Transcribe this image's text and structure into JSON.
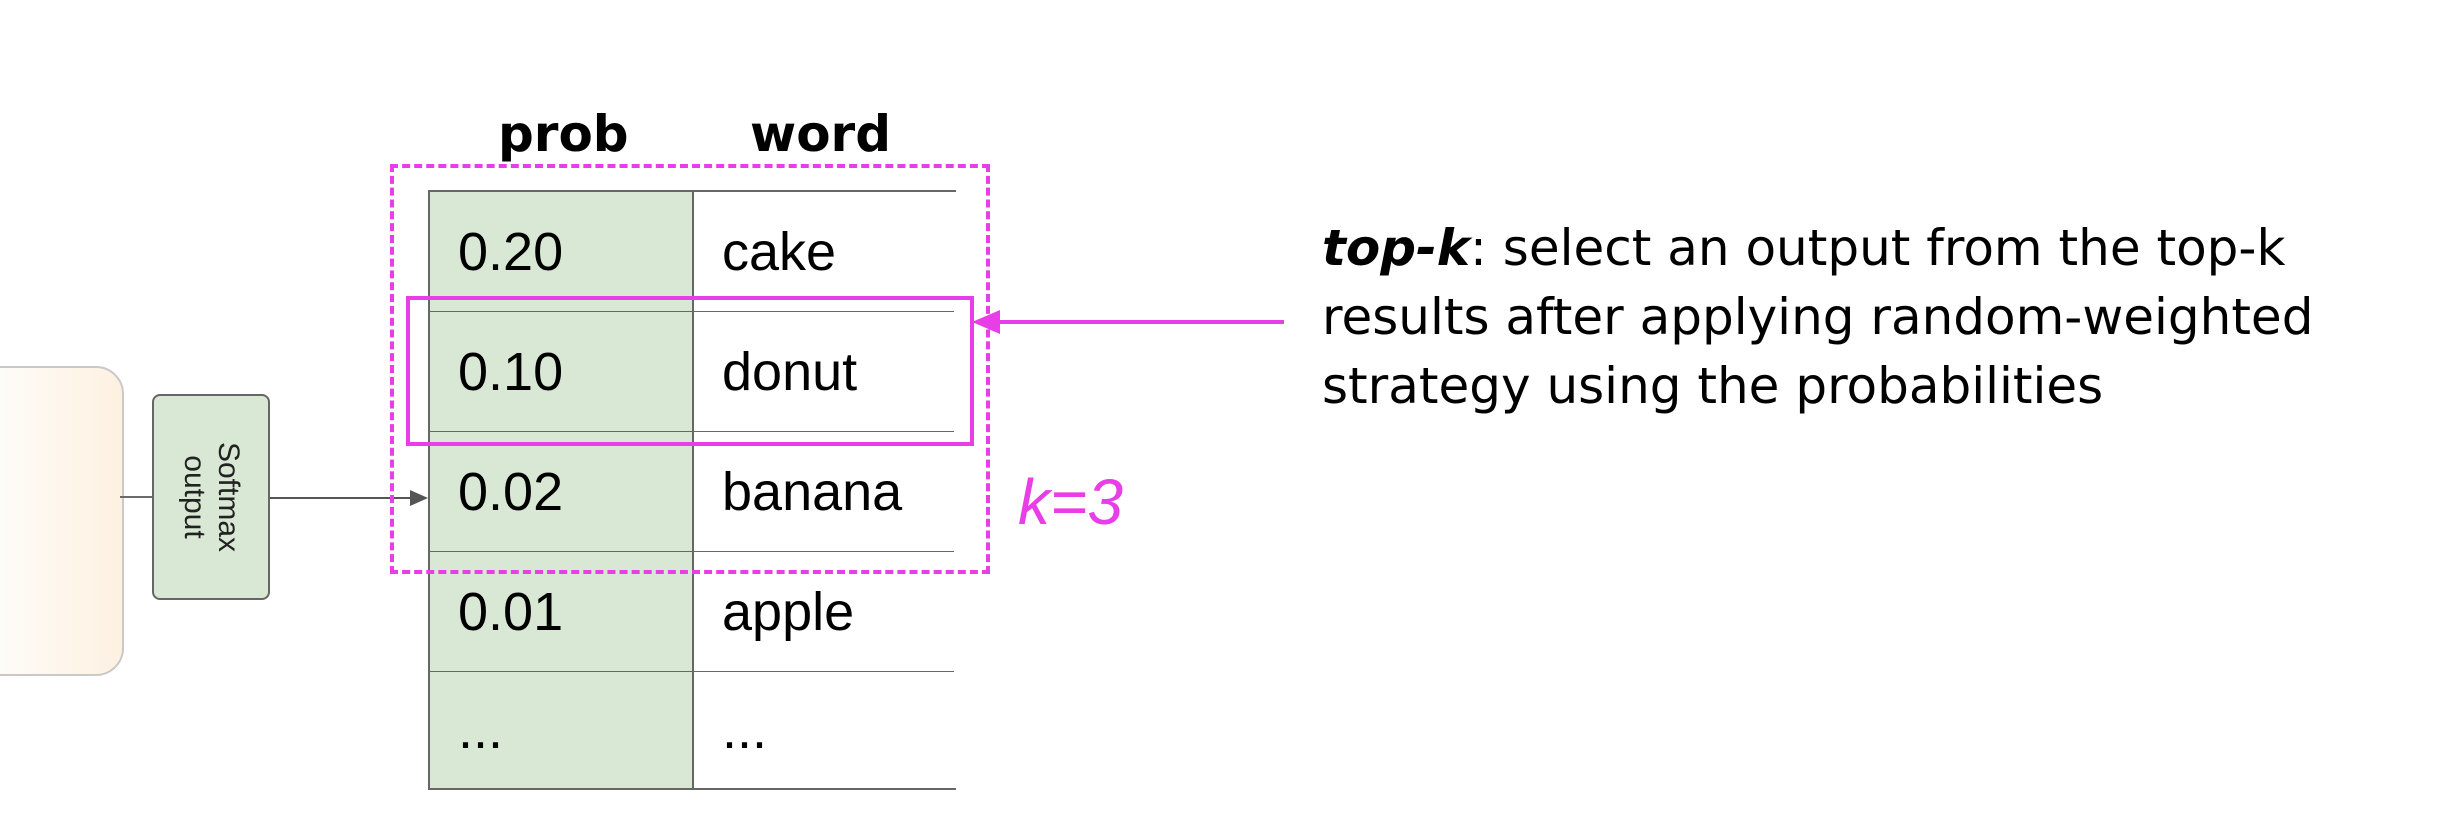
{
  "softmax": {
    "label_line1": "Softmax",
    "label_line2": "output"
  },
  "columns": {
    "prob": "prob",
    "word": "word"
  },
  "table": {
    "rows": [
      {
        "prob": "0.20",
        "word": "cake"
      },
      {
        "prob": "0.10",
        "word": "donut"
      },
      {
        "prob": "0.02",
        "word": "banana"
      },
      {
        "prob": "0.01",
        "word": "apple"
      },
      {
        "prob": "...",
        "word": "..."
      }
    ]
  },
  "k_label": "k=3",
  "description": {
    "term": "top-k",
    "text": ": select an output from the top-k results after applying random-weighted strategy using the probabilities"
  },
  "colors": {
    "highlight": "#e83ee8",
    "prob_cell": "#d9e8d4",
    "softmax_fill": "#d9e8d4",
    "model_block_fill": "#fdf1e1"
  }
}
